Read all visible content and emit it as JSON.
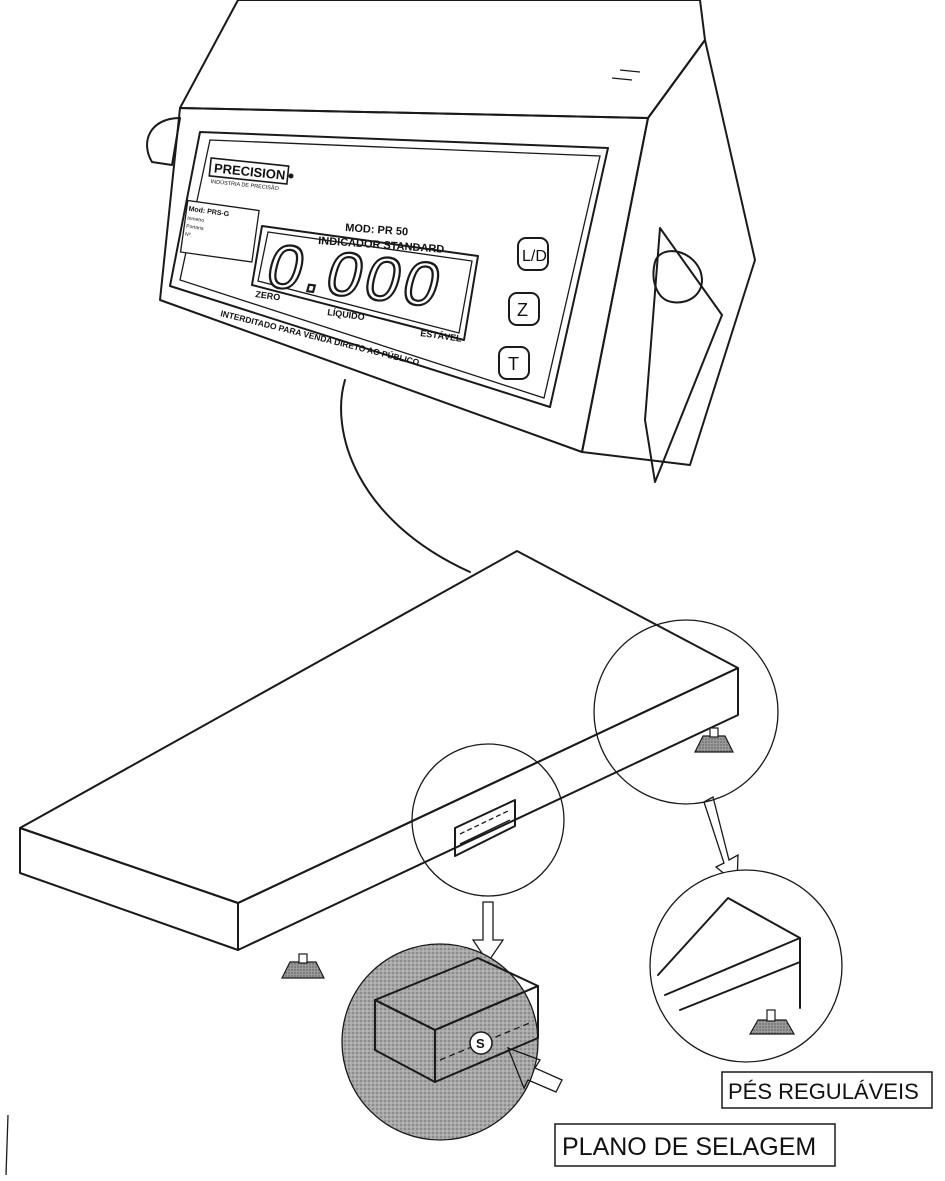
{
  "indicator": {
    "brand": "PRECISION",
    "brand_sub": "INDÚSTRIA DE PRECISÃO",
    "model": "MOD: PR 50",
    "type": "INDICADOR STANDARD",
    "plate_lines": [
      "Mod: PRS-G",
      "Inmetro",
      "Portaria",
      "Nº."
    ],
    "display_value": "0.000",
    "indicator_zero": "ZERO",
    "indicator_net": "LÍQUIDO",
    "indicator_stable": "ESTÁVEL",
    "warning": "INTERDITADO PARA VENDA DIRETO AO PÚBLICO",
    "button_ld": "L/D",
    "button_z": "Z",
    "button_t": "T"
  },
  "callouts": {
    "feet": "PÉS REGULÁVEIS",
    "seal_plane": "PLANO DE SELAGEM",
    "seal_mark": "S"
  },
  "colors": {
    "line": "#1a1a1a",
    "shade": "#9a9a9a",
    "background": "#ffffff"
  }
}
